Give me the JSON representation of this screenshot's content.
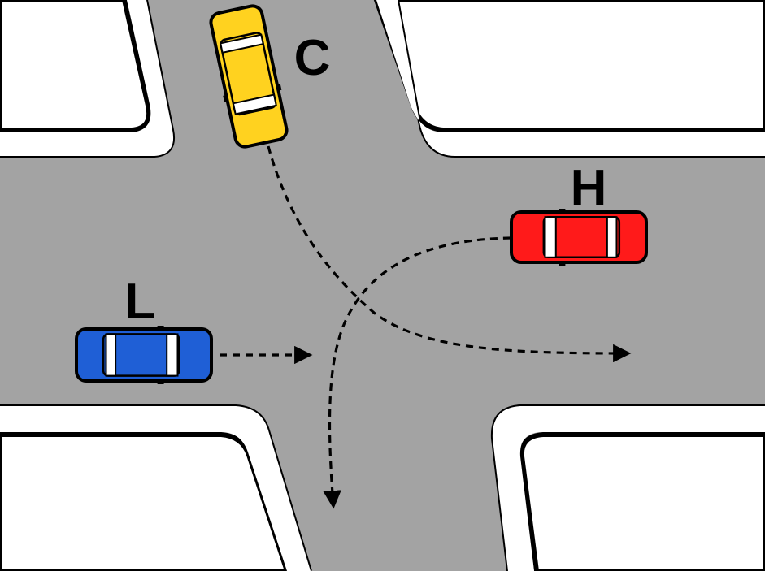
{
  "colors": {
    "road": "#a3a3a3",
    "curb": "#000000",
    "sidewalk": "#ffffff",
    "background": "#ffffff",
    "path": "#000000"
  },
  "cars": [
    {
      "id": "C",
      "label": "C",
      "color": "#ffd21f",
      "heading": "south"
    },
    {
      "id": "H",
      "label": "H",
      "color": "#ff1a1a",
      "heading": "west"
    },
    {
      "id": "L",
      "label": "L",
      "color": "#1f5fd6",
      "heading": "east"
    }
  ],
  "paths": [
    {
      "car": "C",
      "maneuver": "left-turn"
    },
    {
      "car": "H",
      "maneuver": "left-turn"
    },
    {
      "car": "L",
      "maneuver": "straight"
    }
  ]
}
